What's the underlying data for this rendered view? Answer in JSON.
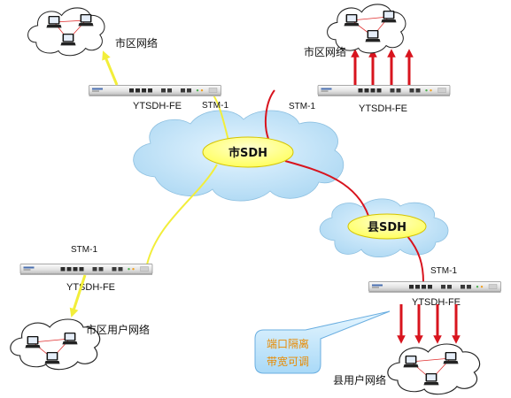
{
  "lan_networks": {
    "top_left": "市区网络",
    "top_right": "市区网络",
    "bottom_left": "市区用户网络",
    "bottom_right": "县用户网络"
  },
  "devices": {
    "top_left": {
      "model": "YTSDH-FE",
      "link": "STM-1"
    },
    "top_right": {
      "model": "YTSDH-FE",
      "link": "STM-1"
    },
    "bottom_left": {
      "model": "YTSDH-FE",
      "link": "STM-1"
    },
    "bottom_right": {
      "model": "YTSDH-FE",
      "link": "STM-1"
    }
  },
  "sdh_rings": {
    "city": "市SDH",
    "county": "县SDH"
  },
  "callout": {
    "line1": "端口隔离",
    "line2": "带宽可调"
  },
  "colors": {
    "city_links": "#f2ee3a",
    "county_links": "#d8141e",
    "sdh_cloud": "#a9d6f2",
    "sdh_ellipse": "#ffff55",
    "callout_text": "#e88a00"
  },
  "icons": {
    "lan_host": "laptop-icon",
    "device": "sdh-multiplexer-icon",
    "lan": "cloud-icon"
  }
}
